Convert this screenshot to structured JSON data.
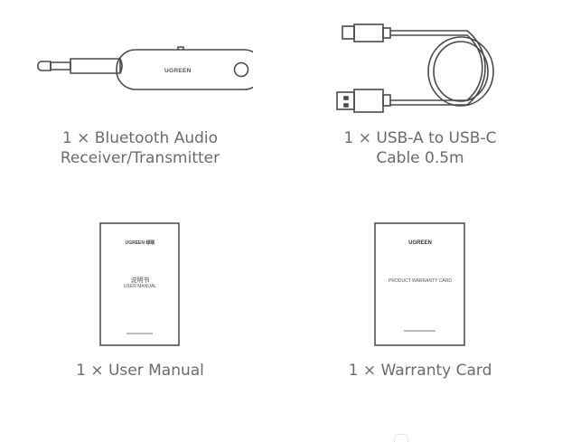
{
  "items": [
    {
      "id": "receiver",
      "caption_line1": "1 × Bluetooth Audio",
      "caption_line2": "Receiver/Transmitter",
      "device_brand": "UGREEN",
      "icon": "bluetooth-receiver-icon"
    },
    {
      "id": "cable",
      "caption_line1": "1 × USB-A to USB-C",
      "caption_line2": "Cable 0.5m",
      "icon": "usb-cable-icon"
    },
    {
      "id": "manual",
      "caption_line1": "1 × User Manual",
      "cover_brand": "UGREEN 绿联",
      "cover_title_cn": "说明书",
      "cover_title_en": "USER MANUAL",
      "icon": "user-manual-icon"
    },
    {
      "id": "warranty",
      "caption_line1": "1 × Warranty Card",
      "cover_brand": "UGREEN",
      "cover_title_en": "PRODUCT WARRANTY CARD",
      "icon": "warranty-card-icon"
    }
  ],
  "colors": {
    "line": "#4a4a4a",
    "caption": "#6b6b6b",
    "background": "#ffffff"
  }
}
